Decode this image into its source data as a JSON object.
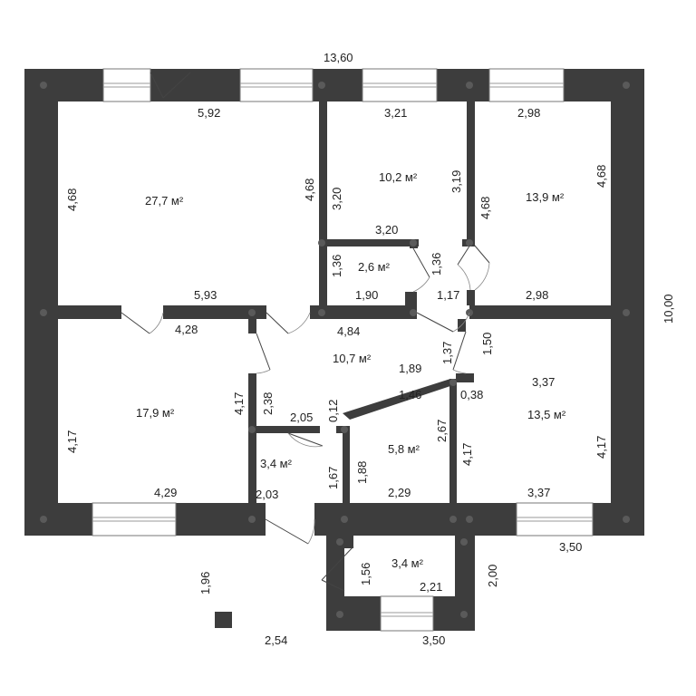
{
  "dimensions": {
    "total_width": "13,60",
    "total_depth": "10,00",
    "r1_top": "5,92",
    "r1_left": "4,68",
    "r1_right": "4,68",
    "r1_bottom": "5,93",
    "r2_top": "3,21",
    "r2_left": "3,20",
    "r2_right": "3,19",
    "r3_top": "2,98",
    "r3_left": "4,68",
    "r3_right": "4,68",
    "r3_bottom": "2,98",
    "storage_top": "3,20",
    "storage_left": "1,36",
    "storage_right": "1,36",
    "storage_bottom": "1,90",
    "passage_w": "1,17",
    "hall_left_top": "4,28",
    "hall_top_right": "4,84",
    "hall_door_side": "2,38",
    "hall_mid": "2,05",
    "hall_h1": "1,37",
    "hall_h2": "1,50",
    "hall_diag": "1,89",
    "hall_step": "0,12",
    "bath_top": "1,46",
    "bath_left": "1,88",
    "bath_right": "2,67",
    "bath_bottom": "2,29",
    "wc_left": "1,67",
    "wc_bottom": "2,03",
    "r4_right_inner": "4,17",
    "r4_left": "4,17",
    "r4_bottom": "4,29",
    "r5_top": "3,37",
    "r5_left": "4,17",
    "r5_right": "4,17",
    "r5_bottom": "3,37",
    "r5_notch": "0,38",
    "porch_w": "3,50",
    "porch_inner": "2,21",
    "porch_h": "1,56",
    "porch_side": "2,00",
    "bottom_w": "3,50",
    "step_w": "2,54",
    "step_h": "1,96"
  },
  "rooms": {
    "living": "27,7 м²",
    "bedroom_mid": "10,2 м²",
    "bedroom_right": "13,9 м²",
    "storage": "2,6 м²",
    "hall": "10,7 м²",
    "bedroom_left": "17,9 м²",
    "bathroom": "5,8 м²",
    "wc": "3,4 м²",
    "bedroom_br": "13,5 м²",
    "porch": "3,4 м²"
  }
}
